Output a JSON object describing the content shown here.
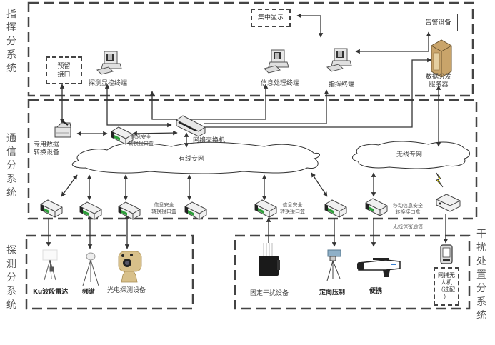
{
  "subsystems": {
    "command": "指挥分系统",
    "communication": "通信分系统",
    "detection": "探测分系统",
    "interference": "干扰处置分系统"
  },
  "command": {
    "reserved_interface": "预留接口",
    "central_display": "集中显示",
    "alarm_device": "告警设备",
    "detection_control_terminal": "探测显控终端",
    "info_processing_terminal": "信息处理终端",
    "command_terminal": "指挥终端",
    "data_server_line1": "数据分发",
    "data_server_line2": "服务器"
  },
  "communication": {
    "dedicated_converter_line1": "专用数据",
    "dedicated_converter_line2": "转换设备",
    "network_switch": "网络交换机",
    "wired_network": "有线专网",
    "wireless_network": "无线专网",
    "security_box_line1": "信息安全",
    "security_box_line2": "转换接口盒",
    "mobile_security_line1": "移动信息安全",
    "mobile_security_line2": "转换接口盒",
    "wireless_secure_comm": "无线保密通信"
  },
  "detection": {
    "radar": "Ku波段雷达",
    "spectrum": "频谱",
    "electro_optical": "光电探测设备"
  },
  "interference": {
    "fixed_jammer": "固定干扰设备",
    "directional_suppression": "定向压制",
    "portable": "便携",
    "net_capture_line1": "网捕无",
    "net_capture_line2": "人机",
    "net_capture_line3": "（选配",
    "net_capture_line4": "）"
  },
  "colors": {
    "line": "#333333",
    "dash": "#444444",
    "device_green": "#2e9e3a",
    "server_tan": "#c9a46a",
    "camera_tan": "#d8c08a",
    "lightning": "#f2e000"
  }
}
